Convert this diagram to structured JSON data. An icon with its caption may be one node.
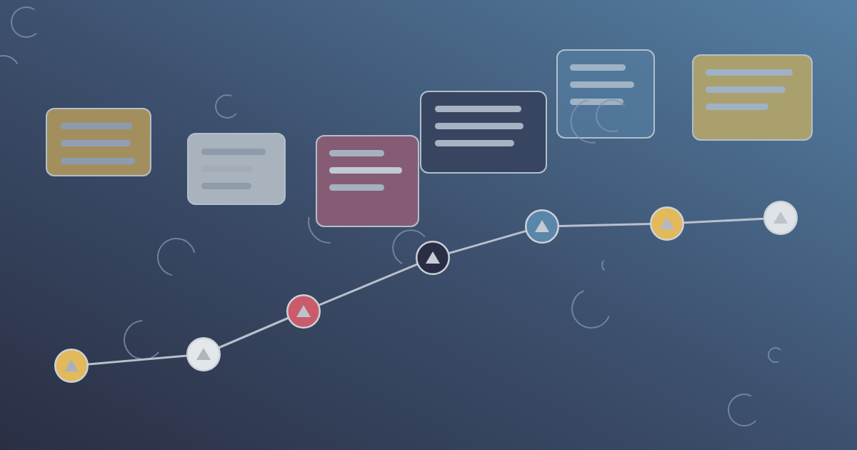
{
  "diagram": {
    "nodes": [
      {
        "text": [],
        "shape": "box"
      },
      {
        "text": [],
        "shape": "box"
      },
      {
        "text": [],
        "shape": "box"
      },
      {
        "text": [],
        "shape": "box"
      },
      {
        "text": [],
        "shape": "box"
      },
      {
        "text": [],
        "shape": "box"
      },
      {
        "text": [],
        "shape": "circle"
      },
      {
        "text": [],
        "shape": "circle"
      },
      {
        "text": [],
        "shape": "circle"
      },
      {
        "text": [],
        "shape": "circle"
      },
      {
        "text": [],
        "shape": "circle"
      },
      {
        "text": [],
        "shape": "circle"
      },
      {
        "text": [],
        "shape": "circle"
      }
    ],
    "edges": [
      {
        "from": 6,
        "to": 7,
        "arrow": "none"
      },
      {
        "from": 7,
        "to": 8,
        "arrow": "none"
      },
      {
        "from": 8,
        "to": 9,
        "arrow": "none"
      },
      {
        "from": 9,
        "to": 10,
        "arrow": "none"
      },
      {
        "from": 10,
        "to": 11,
        "arrow": "none"
      },
      {
        "from": 11,
        "to": 12,
        "arrow": "none"
      }
    ]
  }
}
